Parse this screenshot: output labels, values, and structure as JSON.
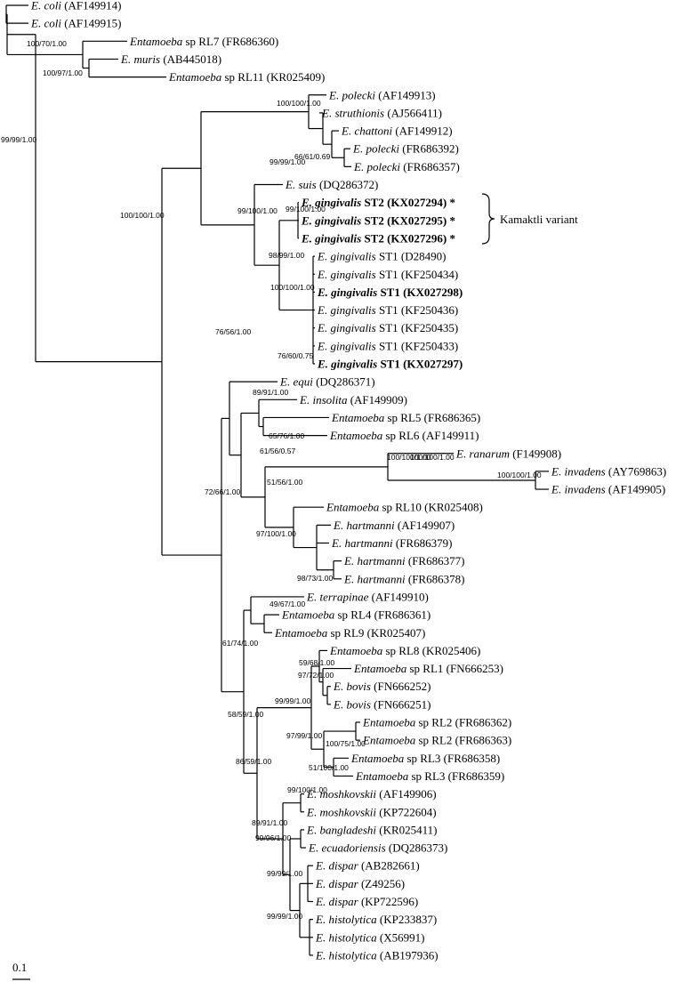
{
  "tips": [
    {
      "id": "t1",
      "genus": "E.",
      "species": "coli",
      "acc": "(AF149914)"
    },
    {
      "id": "t2",
      "genus": "E.",
      "species": "coli",
      "acc": "(AF149915)"
    },
    {
      "id": "t3",
      "genus": "Entamoeba",
      "species": "",
      "suffix": "sp RL7",
      "acc": "(FR686360)"
    },
    {
      "id": "t4",
      "genus": "E.",
      "species": "muris",
      "acc": "(AB445018)"
    },
    {
      "id": "t5",
      "genus": "Entamoeba",
      "species": "",
      "suffix": "sp RL11",
      "acc": "(KR025409)"
    },
    {
      "id": "t6",
      "genus": "E.",
      "species": "polecki",
      "acc": "(AF149913)"
    },
    {
      "id": "t7",
      "genus": "E.",
      "species": "struthionis",
      "acc": "(AJ566411)"
    },
    {
      "id": "t8",
      "genus": "E.",
      "species": "chattoni",
      "acc": "(AF149912)"
    },
    {
      "id": "t9",
      "genus": "E.",
      "species": "polecki",
      "acc": "(FR686392)"
    },
    {
      "id": "t10",
      "genus": "E.",
      "species": "polecki",
      "acc": "(FR686357)"
    },
    {
      "id": "t11",
      "genus": "E.",
      "species": "suis",
      "acc": "(DQ286372)"
    },
    {
      "id": "t12",
      "genus": "E.",
      "species": "gingivalis",
      "suffix": "ST2",
      "acc": "(KX027294)",
      "bold": true,
      "star": "*"
    },
    {
      "id": "t13",
      "genus": "E.",
      "species": "gingivalis",
      "suffix": "ST2",
      "acc": "(KX027295)",
      "bold": true,
      "star": "*"
    },
    {
      "id": "t14",
      "genus": "E.",
      "species": "gingivalis",
      "suffix": "ST2",
      "acc": "(KX027296)",
      "bold": true,
      "star": "*"
    },
    {
      "id": "t15",
      "genus": "E.",
      "species": "gingivalis",
      "suffix": "ST1",
      "acc": "(D28490)"
    },
    {
      "id": "t16",
      "genus": "E.",
      "species": "gingivalis",
      "suffix": "ST1",
      "acc": "(KF250434)"
    },
    {
      "id": "t17",
      "genus": "E.",
      "species": "gingivalis",
      "suffix": "ST1",
      "acc": "(KX027298)",
      "bold": true
    },
    {
      "id": "t18",
      "genus": "E.",
      "species": "gingivalis",
      "suffix": "ST1",
      "acc": "(KF250436)"
    },
    {
      "id": "t19",
      "genus": "E.",
      "species": "gingivalis",
      "suffix": "ST1",
      "acc": "(KF250435)"
    },
    {
      "id": "t20",
      "genus": "E.",
      "species": "gingivalis",
      "suffix": "ST1",
      "acc": "(KF250433)"
    },
    {
      "id": "t21",
      "genus": "E.",
      "species": "gingivalis",
      "suffix": "ST1",
      "acc": "(KX027297)",
      "bold": true
    },
    {
      "id": "t22",
      "genus": "E.",
      "species": "equi",
      "acc": "(DQ286371)"
    },
    {
      "id": "t23",
      "genus": "E.",
      "species": "insolita",
      "acc": "(AF149909)"
    },
    {
      "id": "t24",
      "genus": "Entamoeba",
      "species": "",
      "suffix": "sp RL5",
      "acc": "(FR686365)"
    },
    {
      "id": "t25",
      "genus": "Entamoeba",
      "species": "",
      "suffix": "sp RL6",
      "acc": "(AF149911)"
    },
    {
      "id": "t26",
      "genus": "E.",
      "species": "ranarum",
      "acc": "(F149908)"
    },
    {
      "id": "t27",
      "genus": "E.",
      "species": "invadens",
      "acc": "(AY769863)"
    },
    {
      "id": "t28",
      "genus": "E.",
      "species": "invadens",
      "acc": "(AF149905)"
    },
    {
      "id": "t29",
      "genus": "Entamoeba",
      "species": "",
      "suffix": "sp RL10",
      "acc": "(KR025408)"
    },
    {
      "id": "t30",
      "genus": "E.",
      "species": "hartmanni",
      "acc": "(AF149907)"
    },
    {
      "id": "t31",
      "genus": "E.",
      "species": "hartmanni",
      "acc": "(FR686379)"
    },
    {
      "id": "t32",
      "genus": "E.",
      "species": "hartmanni",
      "acc": "(FR686377)"
    },
    {
      "id": "t33",
      "genus": "E.",
      "species": "hartmanni",
      "acc": "(FR686378)"
    },
    {
      "id": "t34",
      "genus": "E.",
      "species": "terrapinae",
      "acc": "(AF149910)"
    },
    {
      "id": "t35",
      "genus": "Entamoeba",
      "species": "",
      "suffix": "sp RL4",
      "acc": "(FR686361)"
    },
    {
      "id": "t36",
      "genus": "Entamoeba",
      "species": "",
      "suffix": "sp RL9",
      "acc": "(KR025407)"
    },
    {
      "id": "t37",
      "genus": "Entamoeba",
      "species": "",
      "suffix": "sp RL8",
      "acc": "(KR025406)"
    },
    {
      "id": "t38",
      "genus": "Entamoeba",
      "species": "",
      "suffix": "sp RL1",
      "acc": "(FN666253)"
    },
    {
      "id": "t39",
      "genus": "E.",
      "species": "bovis",
      "acc": "(FN666252)"
    },
    {
      "id": "t40",
      "genus": "E.",
      "species": "bovis",
      "acc": "(FN666251)"
    },
    {
      "id": "t41",
      "genus": "Entamoeba",
      "species": "",
      "suffix": "sp RL2",
      "acc": "(FR686362)"
    },
    {
      "id": "t42",
      "genus": "Entamoeba",
      "species": "",
      "suffix": "sp RL2",
      "acc": "(FR686363)"
    },
    {
      "id": "t43",
      "genus": "Entamoeba",
      "species": "",
      "suffix": "sp RL3",
      "acc": "(FR686358)"
    },
    {
      "id": "t44",
      "genus": "Entamoeba",
      "species": "",
      "suffix": "sp RL3",
      "acc": "(FR686359)"
    },
    {
      "id": "t45",
      "genus": "E.",
      "species": "moshkovskii",
      "acc": "(AF149906)"
    },
    {
      "id": "t46",
      "genus": "E.",
      "species": "moshkovskii",
      "acc": "(KP722604)"
    },
    {
      "id": "t47",
      "genus": "E.",
      "species": "bangladeshi",
      "acc": "(KR025411)"
    },
    {
      "id": "t48",
      "genus": "E.",
      "species": "ecuadoriensis",
      "acc": "(DQ286373)"
    },
    {
      "id": "t49",
      "genus": "E.",
      "species": "dispar",
      "acc": "(AB282661)"
    },
    {
      "id": "t50",
      "genus": "E.",
      "species": "dispar",
      "acc": "(Z49256)"
    },
    {
      "id": "t51",
      "genus": "E.",
      "species": "dispar",
      "acc": "(KP722596)"
    },
    {
      "id": "t52",
      "genus": "E.",
      "species": "histolytica",
      "acc": "(KP233837)"
    },
    {
      "id": "t53",
      "genus": "E.",
      "species": "histolytica",
      "acc": "(X56991)"
    },
    {
      "id": "t54",
      "genus": "E.",
      "species": "histolytica",
      "acc": "(AB197936)"
    }
  ],
  "support_labels": [
    "99/99/1.00",
    "100/70/1.00",
    "100/97/1.00",
    "100/100/1.00",
    "100/100/1.00",
    "66/61/0.69",
    "99/99/1.00",
    "99/100/1.00",
    "99/100/1.00",
    "98/99/1.00",
    "100/100/1.00",
    "76/60/0.75",
    "76/56/1.00",
    "89/91/1.00",
    "65/76/1.00",
    "61/56/0.57",
    "100/100/1.00",
    "100/100/1.00",
    "51/56/1.00",
    "97/100/1.00",
    "98/73/1.00",
    "72/66/1.00",
    "49/67/1.00",
    "61/74/1.00",
    "59/68/1.00",
    "97/72/1.00",
    "99/99/1.00",
    "97/99/1.00",
    "100/75/1.00",
    "51/100/1.00",
    "58/59/1.00",
    "99/100/1.00",
    "89/91/1.00",
    "99/96/1.00",
    "99/99/1.00",
    "99/99/1.00",
    "86/59/1.00",
    "100/100/1.00"
  ],
  "annotation": {
    "label": "Kamaktli variant"
  },
  "scale_bar": {
    "label": "0.1",
    "value": 0.1
  }
}
